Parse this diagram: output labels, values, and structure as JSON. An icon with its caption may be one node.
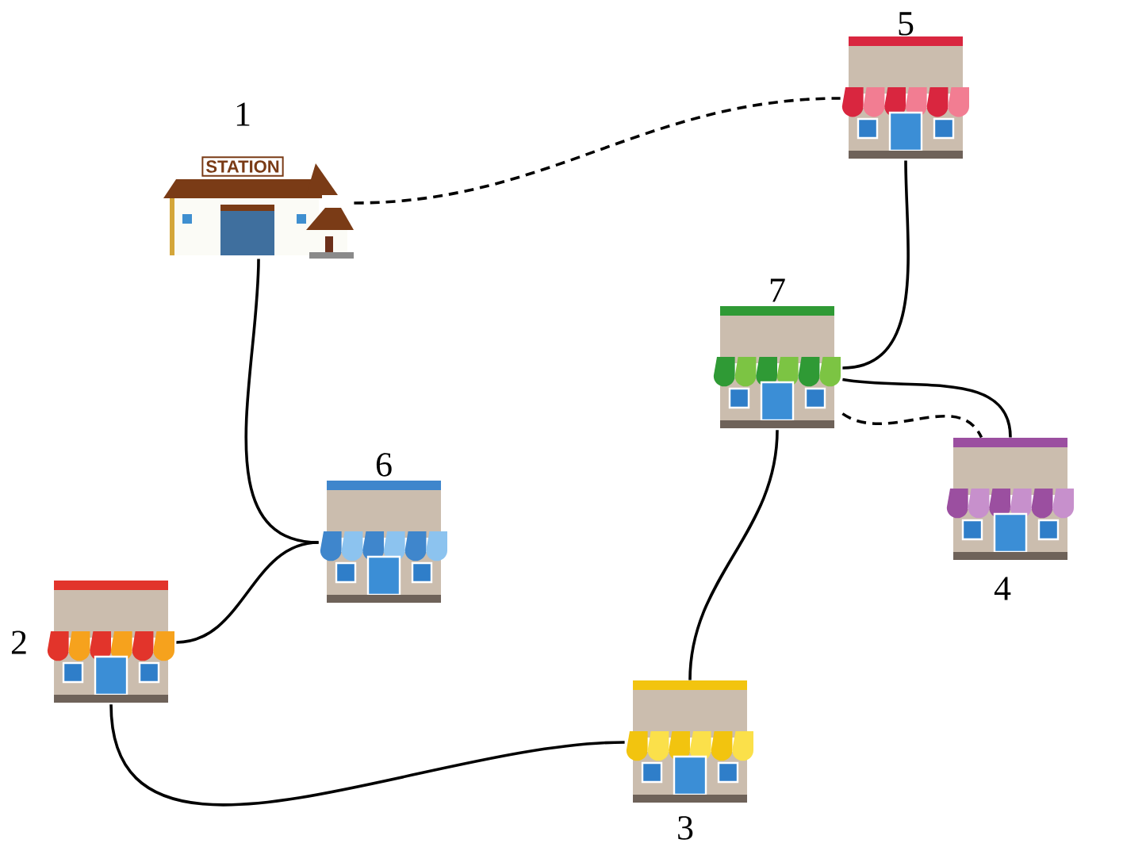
{
  "diagram": {
    "nodes": [
      {
        "text": [
          "1",
          "STATION"
        ]
      },
      {
        "text": [
          "2"
        ]
      },
      {
        "text": [
          "3"
        ]
      },
      {
        "text": [
          "4"
        ]
      },
      {
        "text": [
          "5"
        ]
      },
      {
        "text": [
          "6"
        ]
      },
      {
        "text": [
          "7"
        ]
      }
    ],
    "edges": [
      {
        "from": 0,
        "to": 4,
        "arrow": "none",
        "style": "dashed"
      },
      {
        "from": 0,
        "to": 5,
        "arrow": "none"
      },
      {
        "from": 1,
        "to": 5,
        "arrow": "none"
      },
      {
        "from": 1,
        "to": 2,
        "arrow": "none"
      },
      {
        "from": 2,
        "to": 6,
        "arrow": "none"
      },
      {
        "from": 6,
        "to": 4,
        "arrow": "none"
      },
      {
        "from": 6,
        "to": 3,
        "arrow": "none"
      },
      {
        "from": 6,
        "to": 3,
        "arrow": "none",
        "style": "dashed"
      }
    ]
  }
}
